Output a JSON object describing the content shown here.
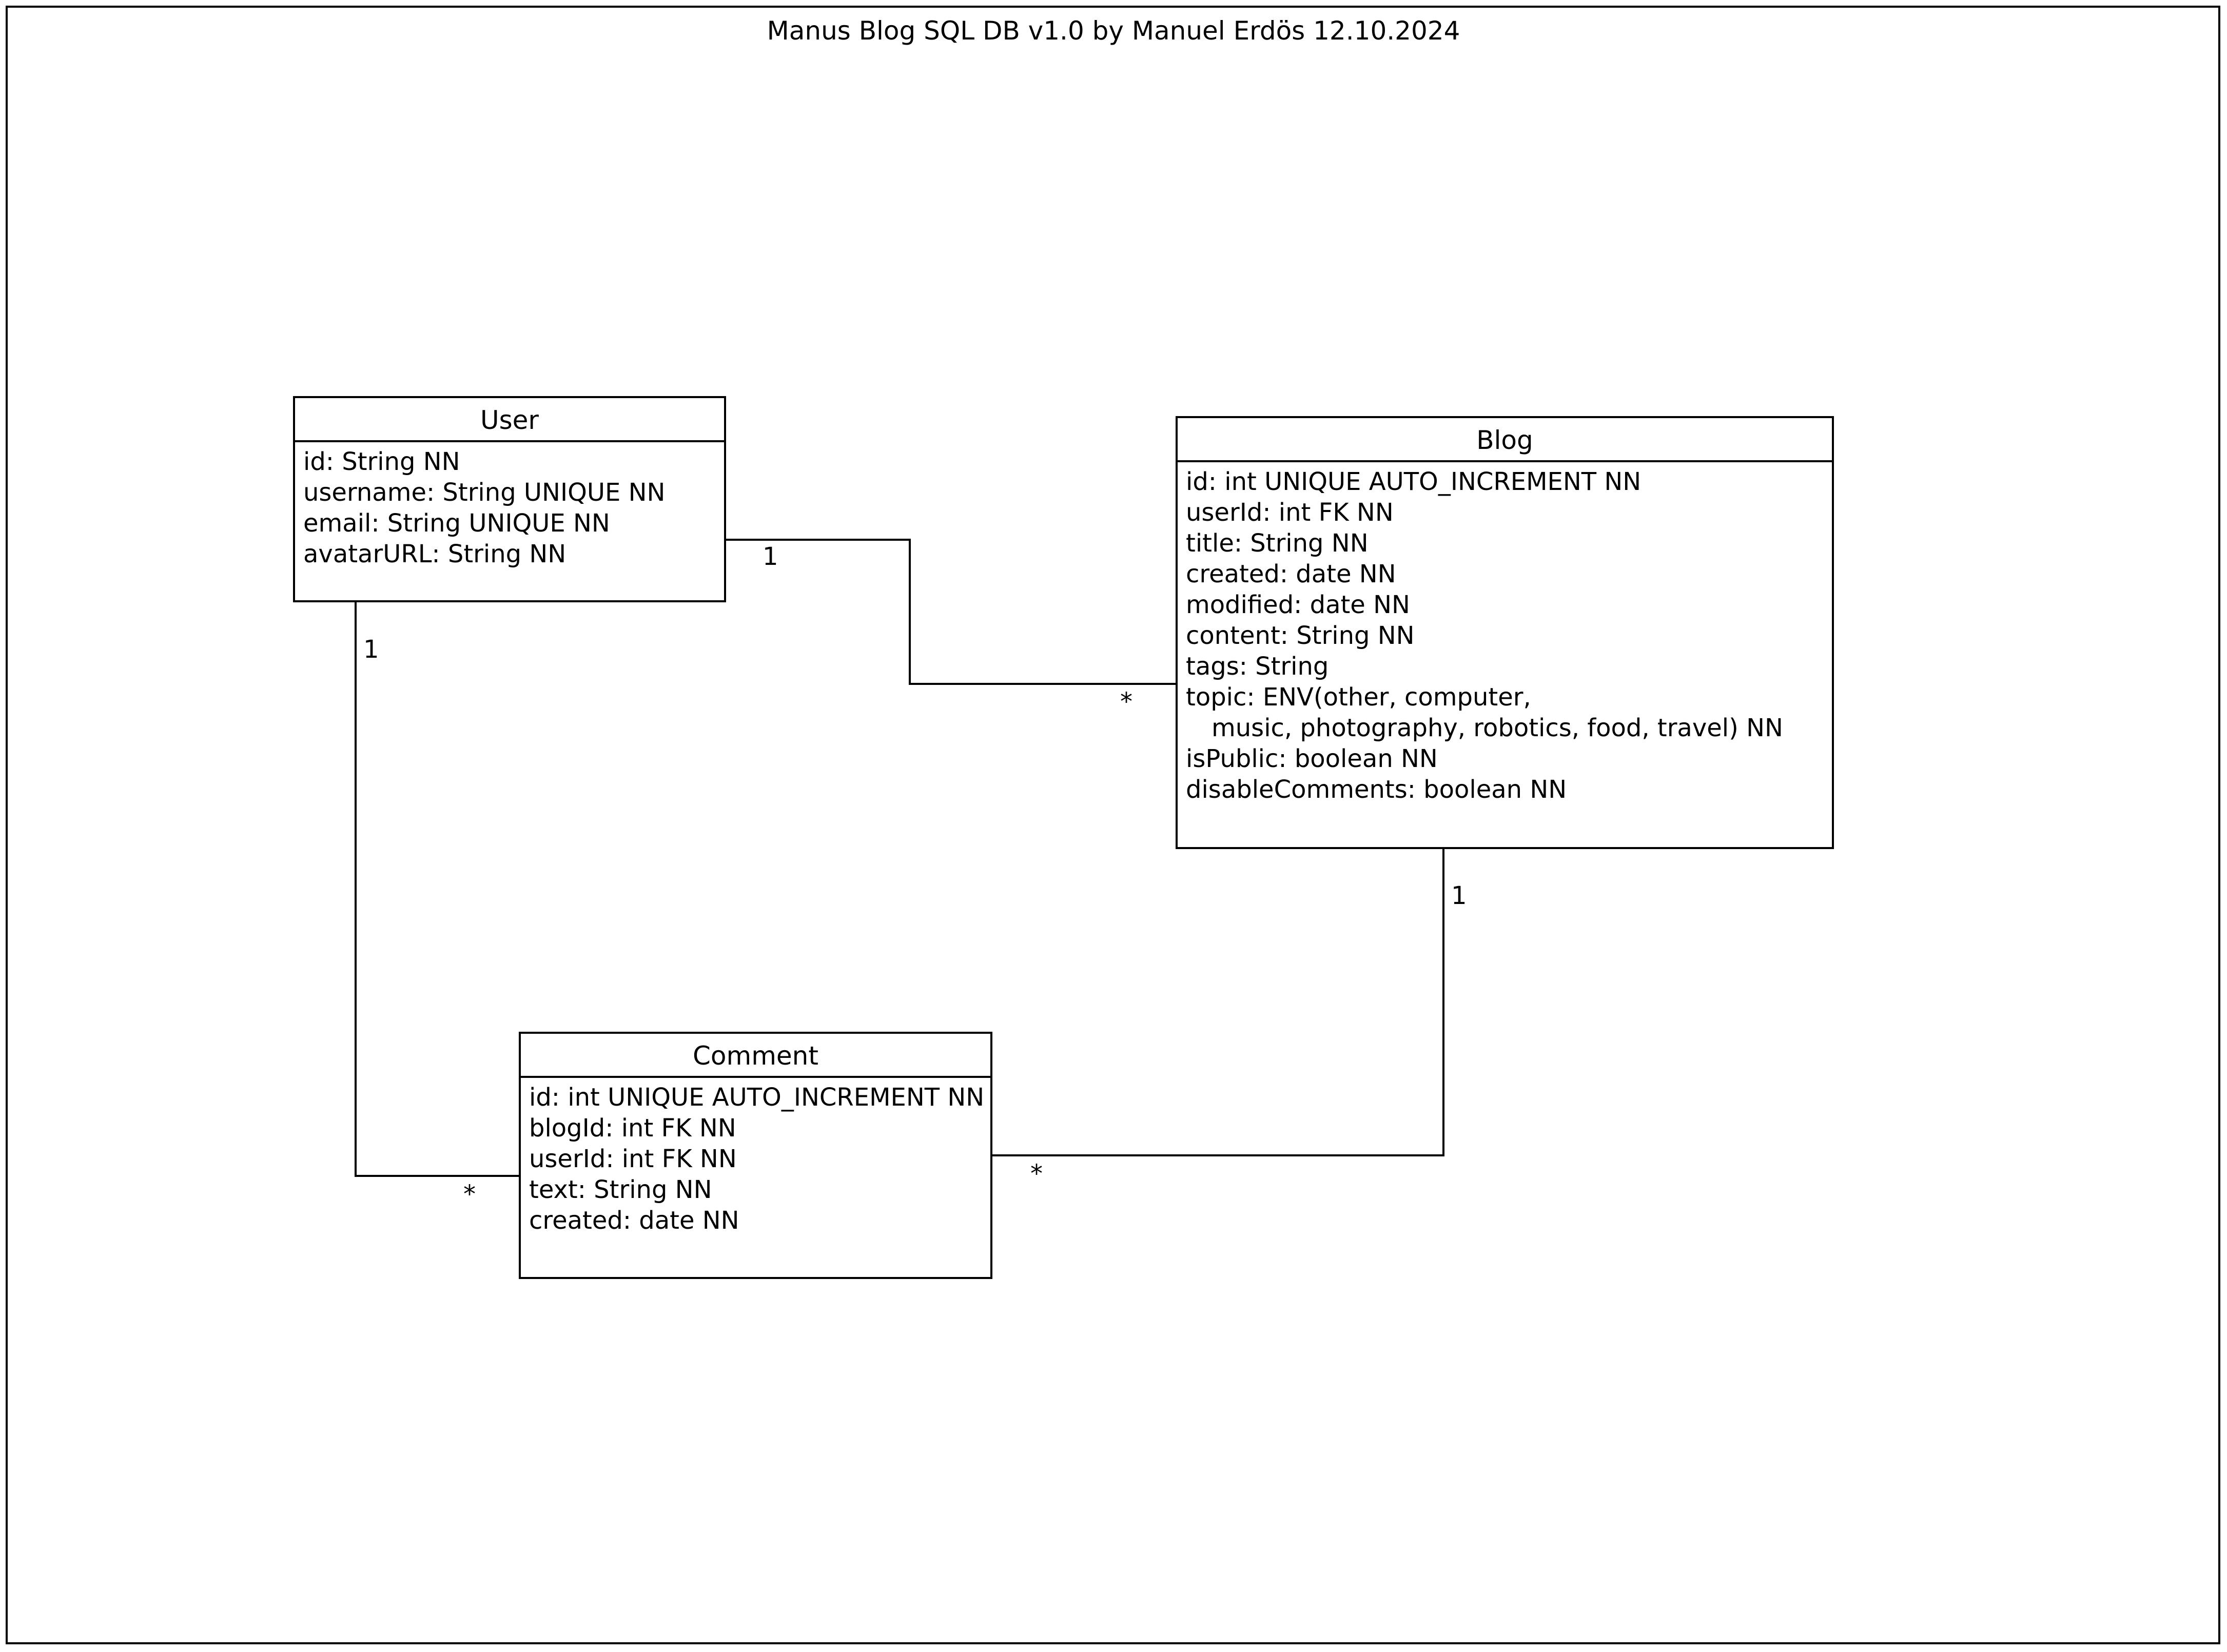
{
  "title": "Manus Blog SQL DB v1.0 by Manuel Erdös 12.10.2024",
  "entities": {
    "user": {
      "name": "User",
      "attributes": [
        "id: String NN",
        "username: String UNIQUE NN",
        "email: String UNIQUE NN",
        "avatarURL: String NN"
      ]
    },
    "blog": {
      "name": "Blog",
      "attributes": [
        "id: int UNIQUE AUTO_INCREMENT NN",
        "userId: int FK NN",
        "title: String NN",
        "created: date NN",
        "modified: date NN",
        "content: String NN",
        "tags: String",
        "topic: ENV(other, computer,",
        "music, photography, robotics, food, travel) NN",
        "isPublic: boolean NN",
        "disableComments: boolean NN"
      ]
    },
    "comment": {
      "name": "Comment",
      "attributes": [
        "id: int UNIQUE AUTO_INCREMENT NN",
        "blogId: int FK NN",
        "userId: int FK NN",
        "text: String NN",
        "created: date NN"
      ]
    }
  },
  "relationships": [
    {
      "from": "User",
      "to": "Blog",
      "from_multiplicity": "1",
      "to_multiplicity": "*"
    },
    {
      "from": "User",
      "to": "Comment",
      "from_multiplicity": "1",
      "to_multiplicity": "*"
    },
    {
      "from": "Blog",
      "to": "Comment",
      "from_multiplicity": "1",
      "to_multiplicity": "*"
    }
  ]
}
